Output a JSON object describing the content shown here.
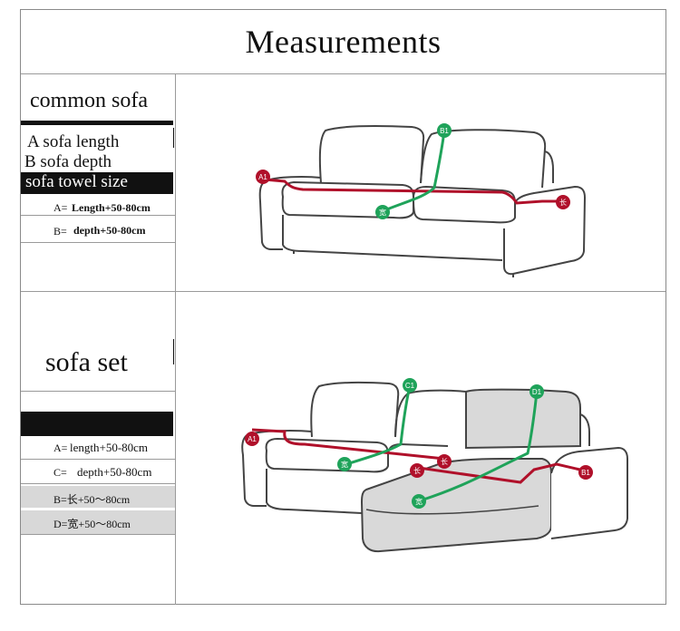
{
  "title": "Measurements",
  "common": {
    "header": "common sofa",
    "line_a": "A sofa length",
    "line_b": "B sofa depth",
    "towel": "sofa towel size",
    "row_a_prefix": "A=",
    "row_a_value": "Length+50-80cm",
    "row_b_prefix": "B=",
    "row_b_value": "depth+50-80cm"
  },
  "set": {
    "header": "sofa set",
    "row_a_prefix": "A=",
    "row_a_value": "length+50-80cm",
    "row_c_prefix": "C=",
    "row_c_value": "depth+50-80cm",
    "row_b": "B=长+50～80cm",
    "row_d": "D=宽+50～80cm"
  },
  "diagram1": {
    "marker_a": "A1",
    "marker_b": "B1",
    "marker_kuan": "宽",
    "marker_chang": "长"
  },
  "diagram2": {
    "marker_a": "A1",
    "marker_c": "C1",
    "marker_d": "D1",
    "marker_b": "B1",
    "marker_kuan1": "宽",
    "marker_chang1": "长",
    "marker_chang2": "长",
    "marker_kuan2": "宽"
  },
  "colors": {
    "red_line": "#b0102a",
    "green_line": "#1fa35a",
    "outline": "#444444",
    "chaise_fill": "#d9d9d9"
  }
}
